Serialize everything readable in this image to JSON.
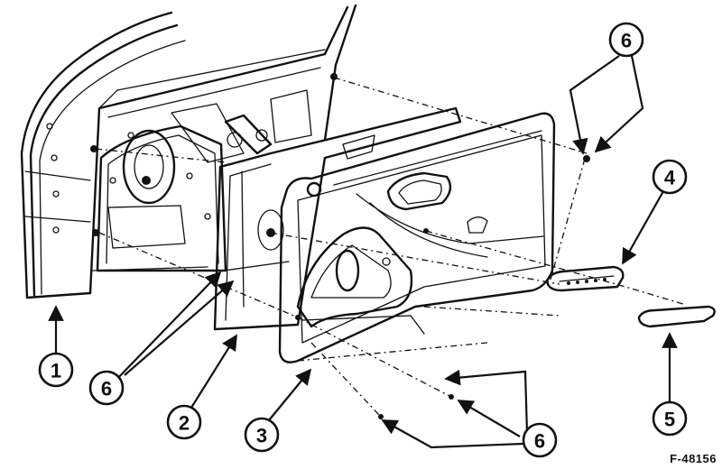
{
  "diagram": {
    "figure_id": "F-48156",
    "callouts": [
      {
        "id": "c1",
        "label": "1"
      },
      {
        "id": "c2",
        "label": "2"
      },
      {
        "id": "c3",
        "label": "3"
      },
      {
        "id": "c4",
        "label": "4"
      },
      {
        "id": "c5",
        "label": "5"
      },
      {
        "id": "c6a",
        "label": "6"
      },
      {
        "id": "c6b",
        "label": "6"
      },
      {
        "id": "c6c",
        "label": "6"
      }
    ]
  }
}
